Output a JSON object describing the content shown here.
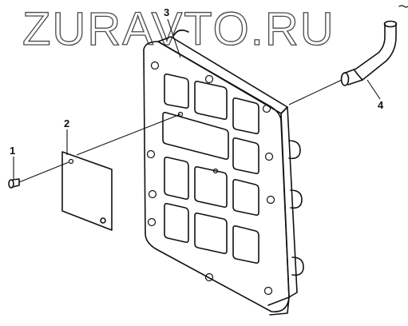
{
  "watermark": "ZURAVTO.RU",
  "callouts": {
    "item1": "1",
    "item2": "2",
    "item3": "3",
    "item4": "4"
  },
  "colors": {
    "background": "#ffffff",
    "line": "#111111",
    "watermark_outline": "#4a4a4a"
  }
}
